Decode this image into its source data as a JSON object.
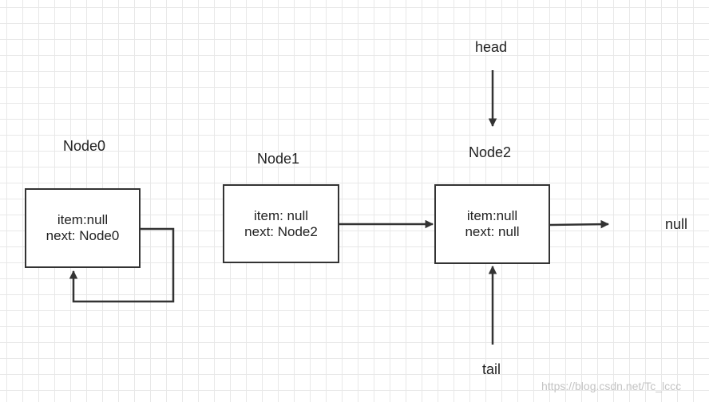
{
  "nodes": [
    {
      "title": "Node0",
      "item": "item:null",
      "next": "next: Node0"
    },
    {
      "title": "Node1",
      "item": "item: null",
      "next": "next: Node2"
    },
    {
      "title": "Node2",
      "item": "item:null",
      "next": "next: null"
    }
  ],
  "pointers": {
    "head": "head",
    "tail": "tail",
    "terminal": "null"
  },
  "watermark": "https://blog.csdn.net/Tc_lccc",
  "colors": {
    "stroke": "#333333",
    "grid": "#e8e8e8",
    "background": "#ffffff",
    "watermark": "#c4c4c4"
  }
}
